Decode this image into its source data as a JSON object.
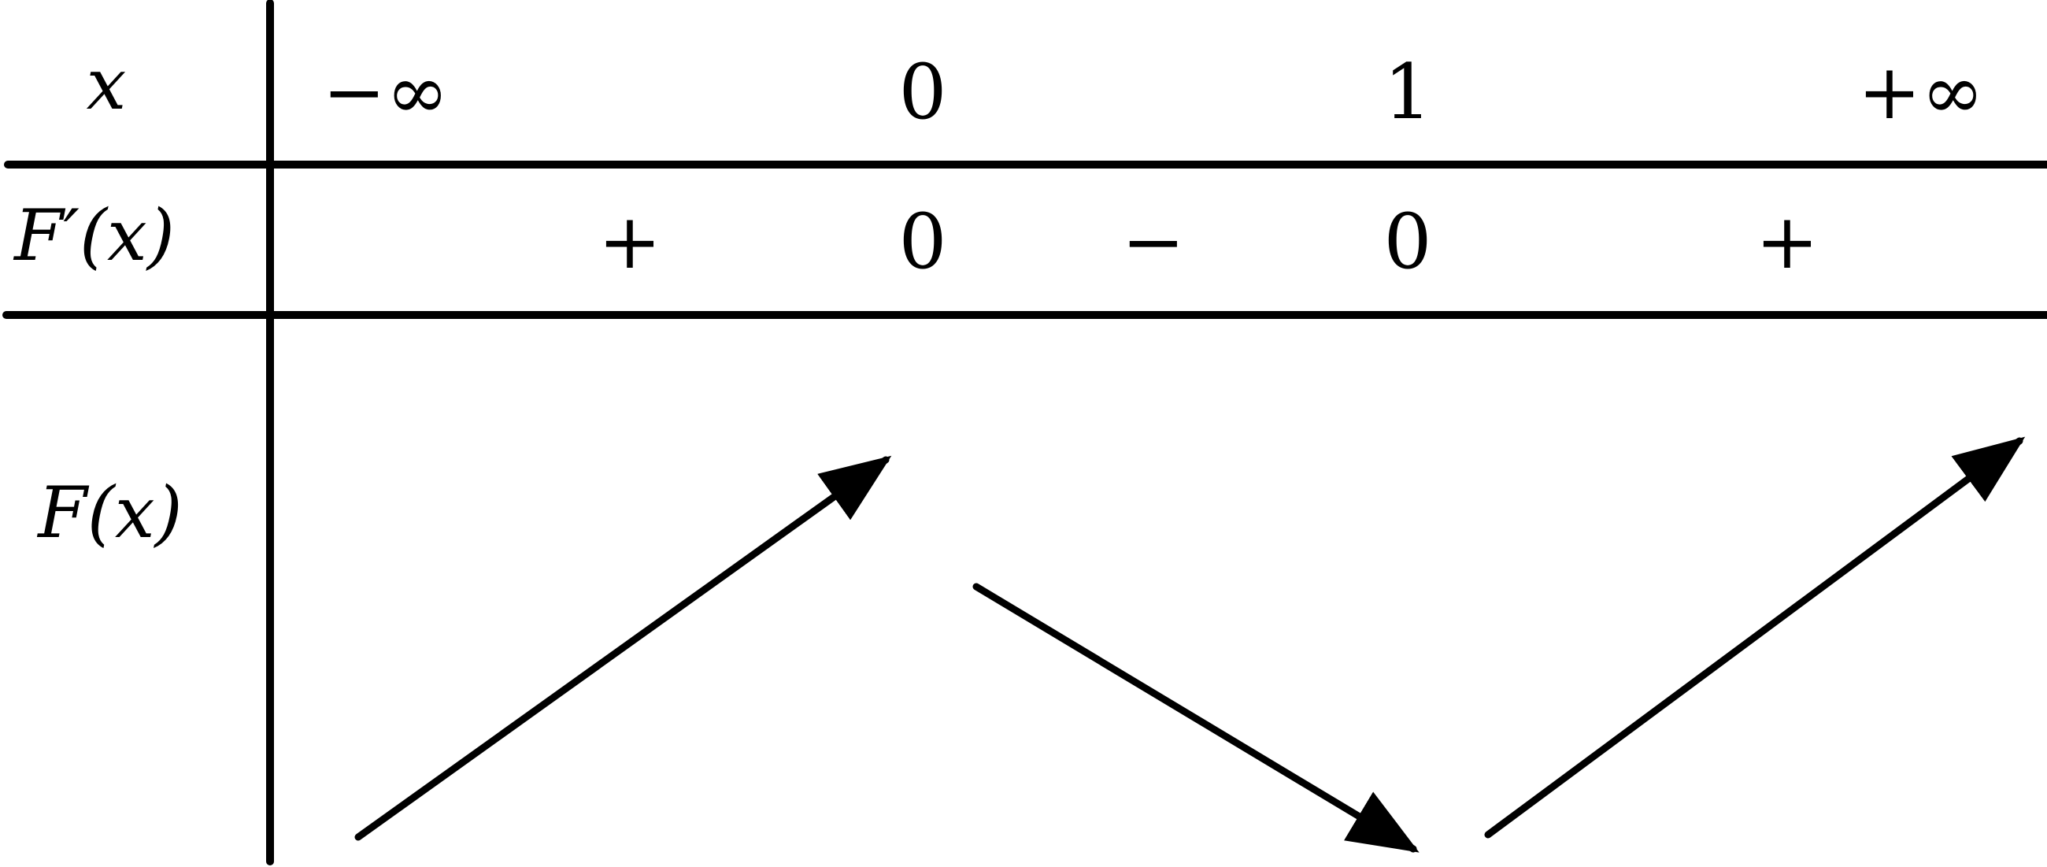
{
  "table": {
    "row_labels": {
      "x": "x",
      "derivative": "F′(x)",
      "function": "F(x)"
    },
    "x_values": [
      "−∞",
      "0",
      "1",
      "+∞"
    ],
    "derivative_signs": [
      "+",
      "0",
      "−",
      "0",
      "+"
    ],
    "variations": [
      "increasing",
      "decreasing",
      "increasing"
    ],
    "line_color": "#000000"
  }
}
